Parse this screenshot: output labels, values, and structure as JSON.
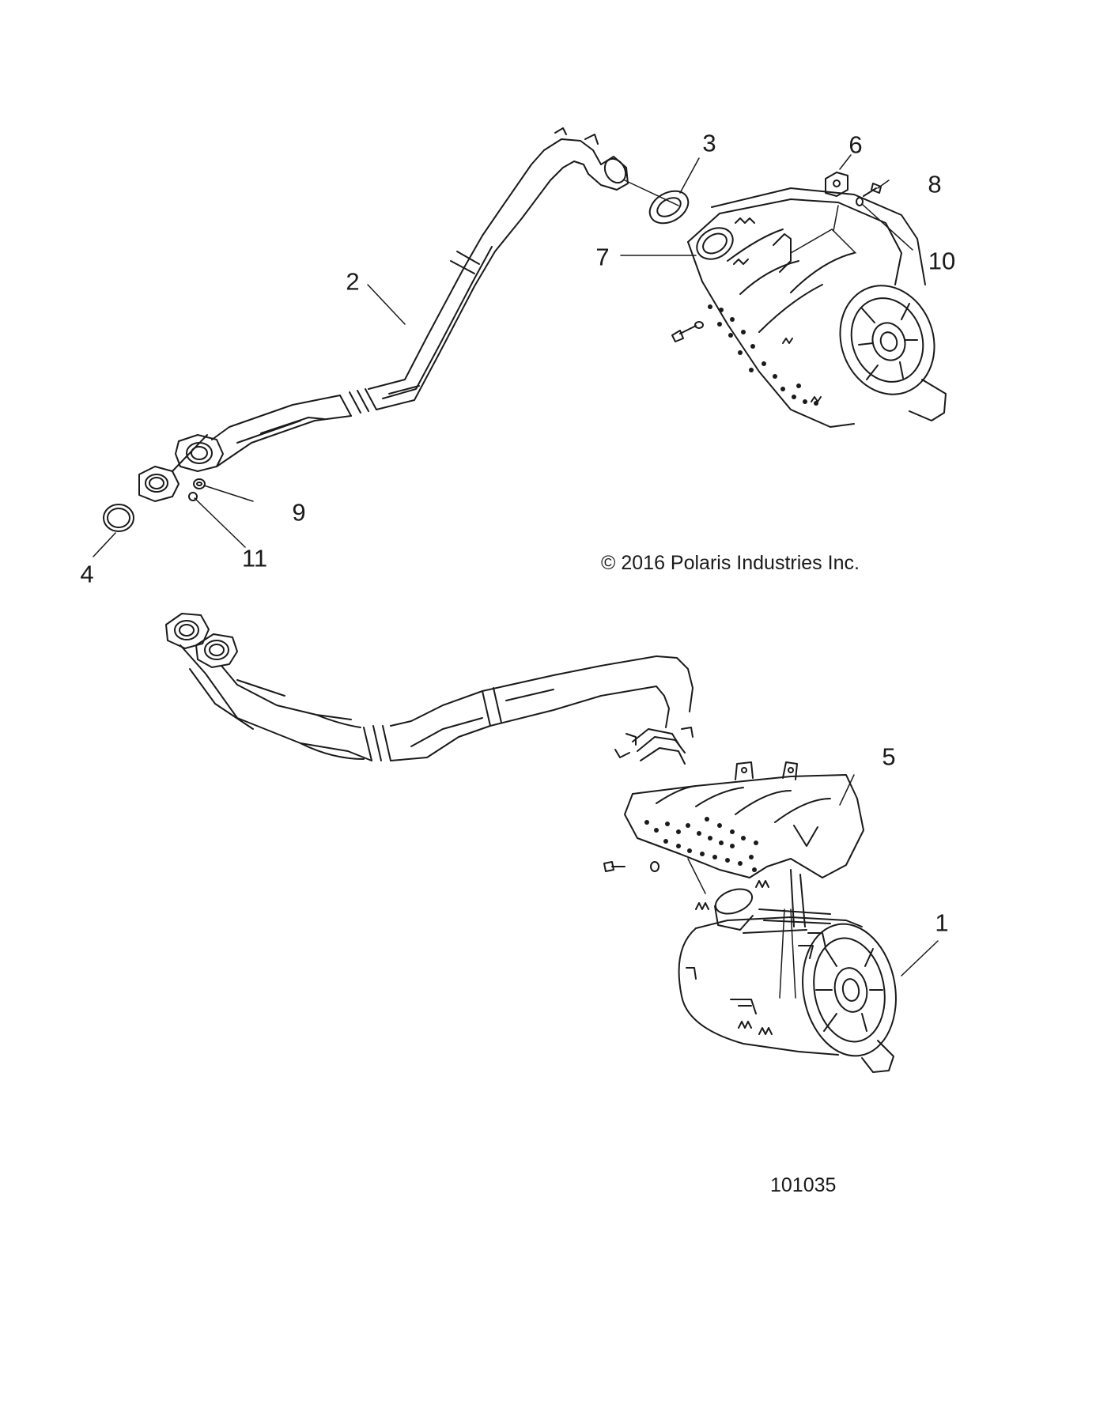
{
  "copyright": "© 2016 Polaris Industries Inc.",
  "drawing_number": "101035",
  "callouts": [
    "1",
    "2",
    "3",
    "4",
    "5",
    "6",
    "7",
    "8",
    "9",
    "10",
    "11"
  ],
  "colors": {
    "line": "#1a1a1a",
    "background": "#ffffff"
  }
}
